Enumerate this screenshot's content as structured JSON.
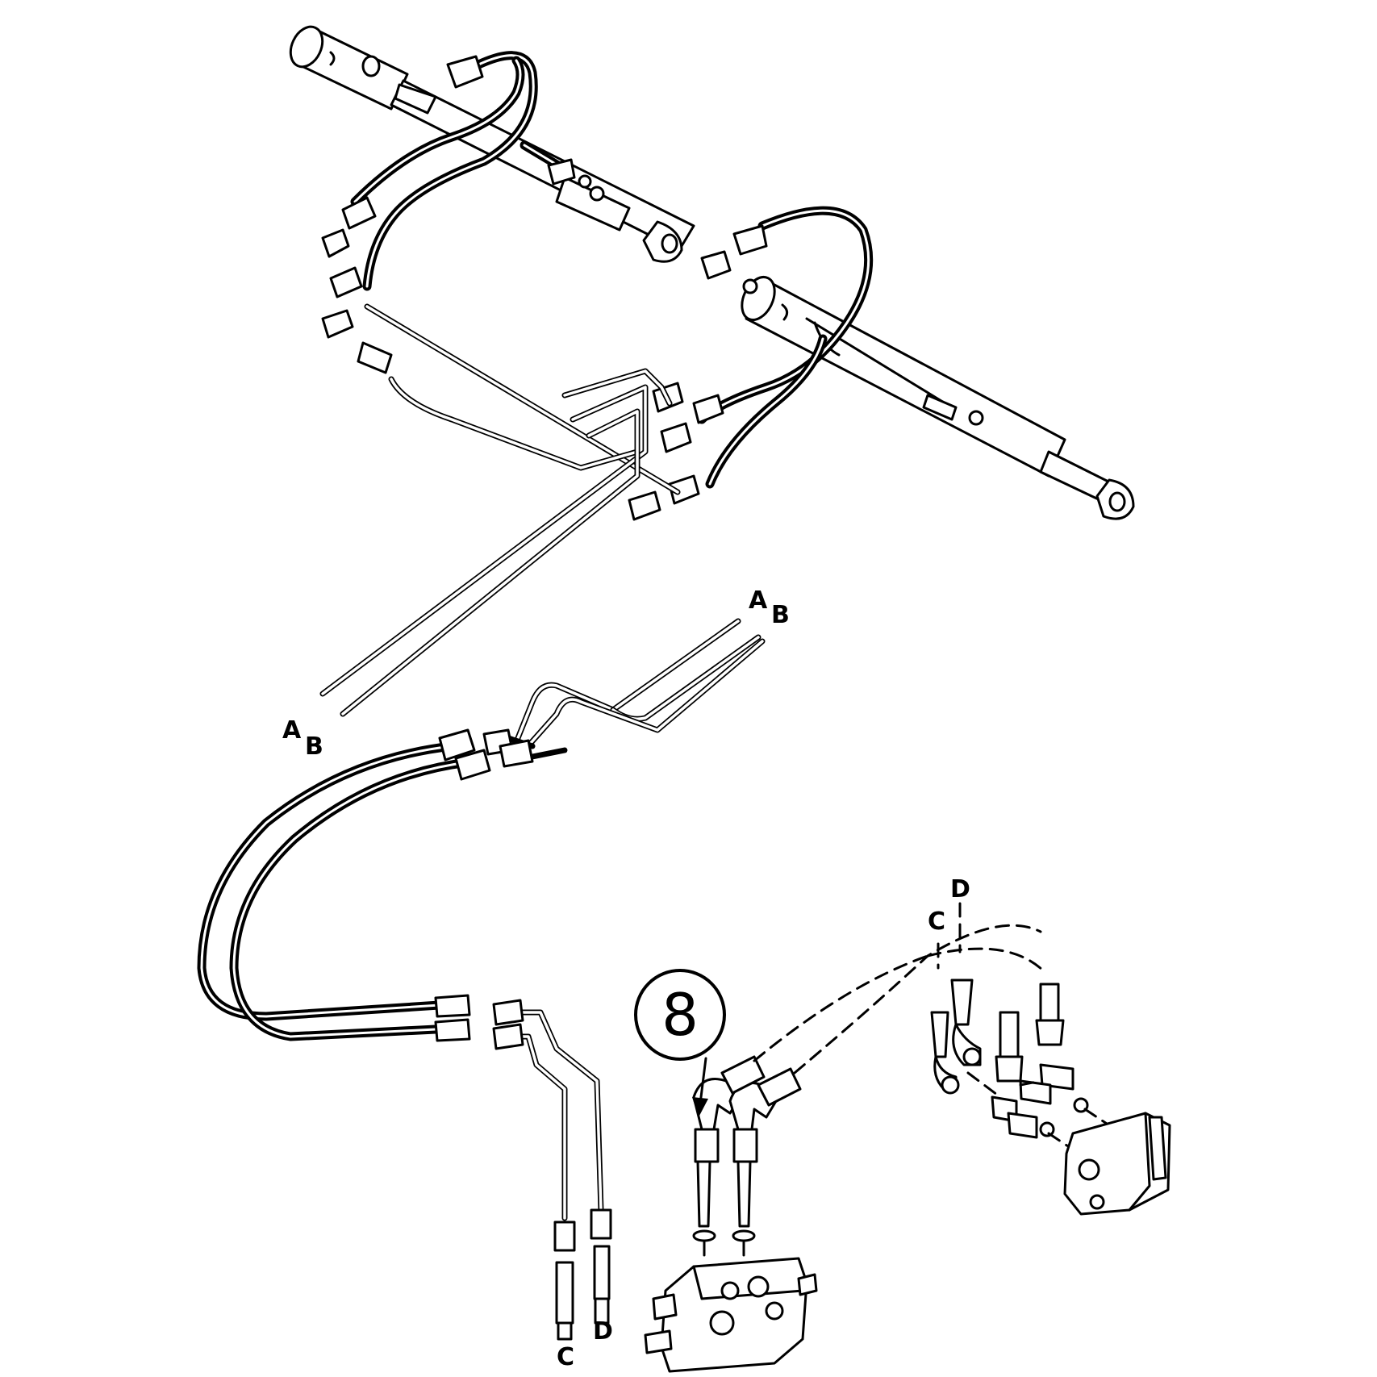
{
  "labels": {
    "a_upper": "A",
    "b_upper": "B",
    "a_lower": "A",
    "b_lower": "B",
    "c_left": "C",
    "d_left": "D",
    "c_right": "C",
    "d_right": "D"
  },
  "callout": {
    "number": "8"
  }
}
